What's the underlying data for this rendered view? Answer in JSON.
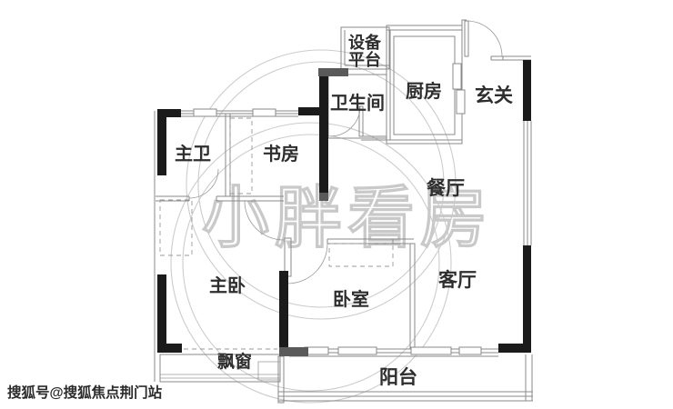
{
  "rooms": {
    "equipment_platform_line1": "设备",
    "equipment_platform_line2": "平台",
    "kitchen": "厨房",
    "entry": "玄关",
    "bathroom": "卫生间",
    "study": "书房",
    "master_bathroom": "主卫",
    "dining": "餐厅",
    "master_bedroom": "主卧",
    "bedroom": "卧室",
    "living_room": "客厅",
    "bay_window": "飘窗",
    "balcony": "阳台"
  },
  "watermark": {
    "brand": "小胖看房",
    "footer": "搜狐号@搜狐焦点荆门站"
  },
  "colors": {
    "wall": "#1b1b1b",
    "wall_gray": "#5a5a5a",
    "label": "#2e2e2e",
    "watermark": "#c9c9c9"
  }
}
